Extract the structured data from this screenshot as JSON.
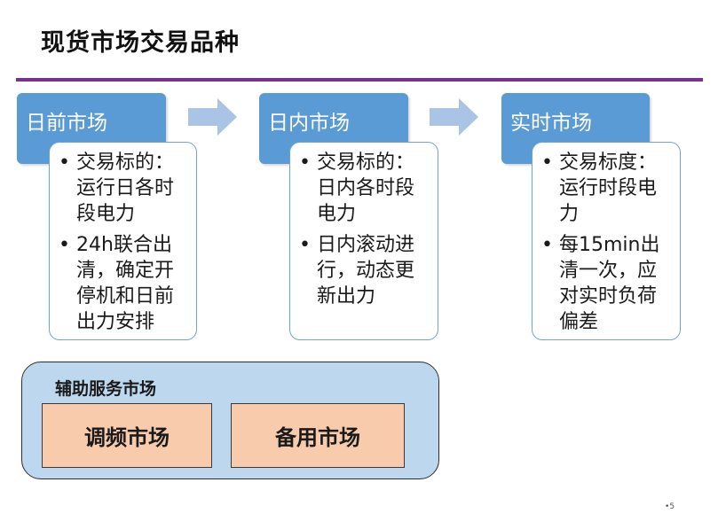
{
  "title": "现货市场交易品种",
  "markets": [
    {
      "name": "日前市场",
      "bullets": [
        "交易标的：运行日各时段电力",
        "24h联合出清，确定开停机和日前出力安排"
      ]
    },
    {
      "name": "日内市场",
      "bullets": [
        "交易标的：日内各时段电力",
        "日内滚动进行，动态更新出力"
      ]
    },
    {
      "name": "实时市场",
      "bullets": [
        "交易标度：运行时段电力",
        "每15min出清一次，应对实时负荷偏差"
      ]
    }
  ],
  "auxiliary": {
    "title": "辅助服务市场",
    "items": [
      "调频市场",
      "备用市场"
    ]
  },
  "page_number": "5",
  "colors": {
    "accent_rule": "#7b2f8e",
    "market_header": "#5b9bd5",
    "arrow": "#a9c4e4",
    "aux_panel": "#bdd7ee",
    "aux_item": "#f8cbad"
  }
}
